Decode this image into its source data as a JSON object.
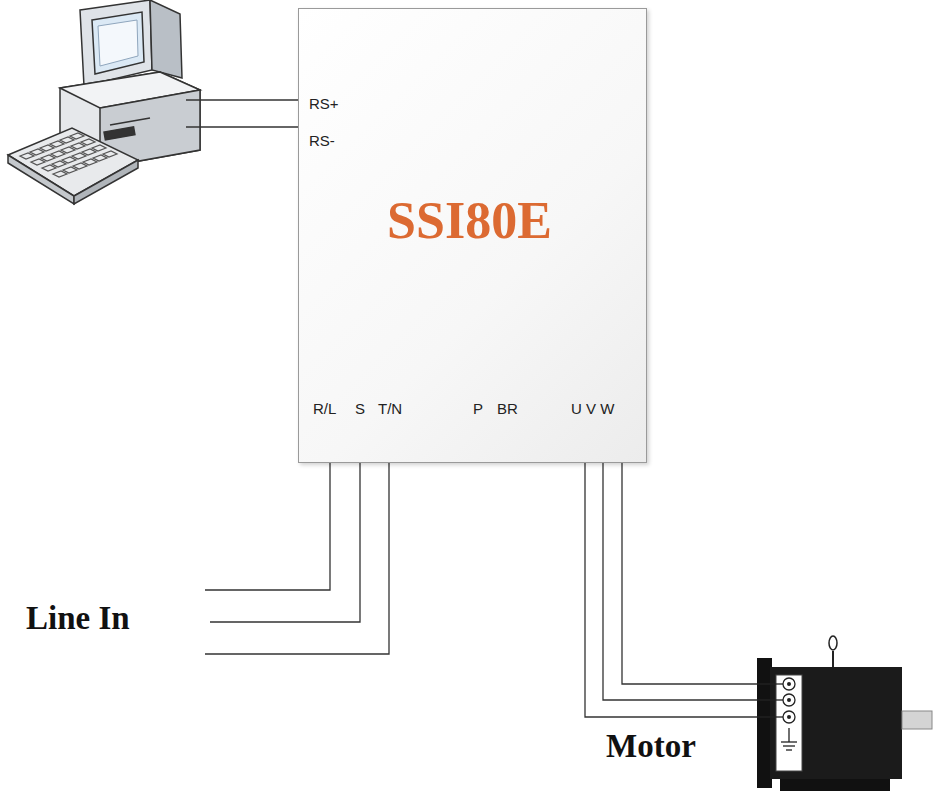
{
  "diagram": {
    "nodes": [
      {
        "text": [
          "SSI80E"
        ]
      },
      {
        "text": [
          "Motor"
        ]
      }
    ],
    "edges": [
      {
        "from": 0,
        "to": 1,
        "arrow": "none"
      },
      {
        "from": 0,
        "to": 1,
        "arrow": "none"
      },
      {
        "from": 0,
        "to": 1,
        "arrow": "none"
      }
    ],
    "labels": [
      "RS+",
      "RS-",
      "R/L",
      "S",
      "T/N",
      "P",
      "BR",
      "U V W",
      "Line In"
    ]
  }
}
